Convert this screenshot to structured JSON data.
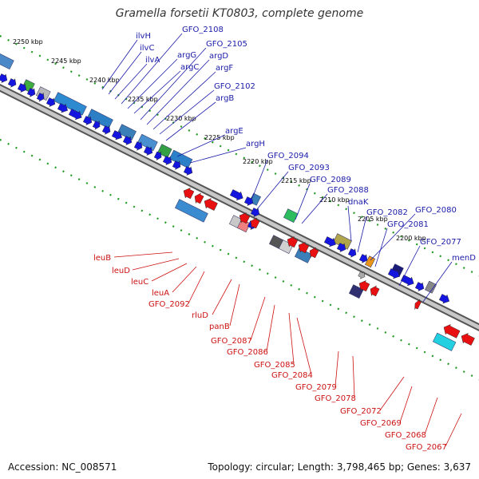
{
  "title": "Gramella forsetii KT0803, complete genome",
  "footer": {
    "accession": "Accession: NC_008571",
    "summary": "Topology: circular; Length: 3,798,465 bp; Genes: 3,637"
  },
  "colors": {
    "forward_label": "#1a1aa8",
    "reverse_label": "#cc1111",
    "forward_gene": "#1515e0",
    "reverse_gene": "#e81010",
    "backbone": "#9a9a9a",
    "dots": "#229922"
  },
  "ticks": [
    "2250 kbp",
    "2245 kbp",
    "2240 kbp",
    "2235 kbp",
    "2230 kbp",
    "2225 kbp",
    "2220 kbp",
    "2215 kbp",
    "2210 kbp",
    "2205 kbp",
    "2200 kbp"
  ],
  "top_labels": [
    "ilvH",
    "ilvC",
    "ilvA",
    "GFO_2108",
    "argG",
    "argC",
    "GFO_2105",
    "argD",
    "argF",
    "GFO_2102",
    "argB",
    "argE",
    "argH",
    "GFO_2094",
    "GFO_2093",
    "GFO_2089",
    "GFO_2088",
    "dnaK",
    "GFO_2082",
    "GFO_2080",
    "GFO_2081",
    "GFO_2077",
    "menD"
  ],
  "bottom_labels": [
    "leuB",
    "leuD",
    "leuC",
    "leuA",
    "GFO_2092",
    "rluD",
    "panB",
    "GFO_2087",
    "GFO_2086",
    "GFO_2085",
    "GFO_2084",
    "GFO_2079",
    "GFO_2078",
    "GFO_2072",
    "GFO_2069",
    "GFO_2068",
    "GFO_2067"
  ]
}
